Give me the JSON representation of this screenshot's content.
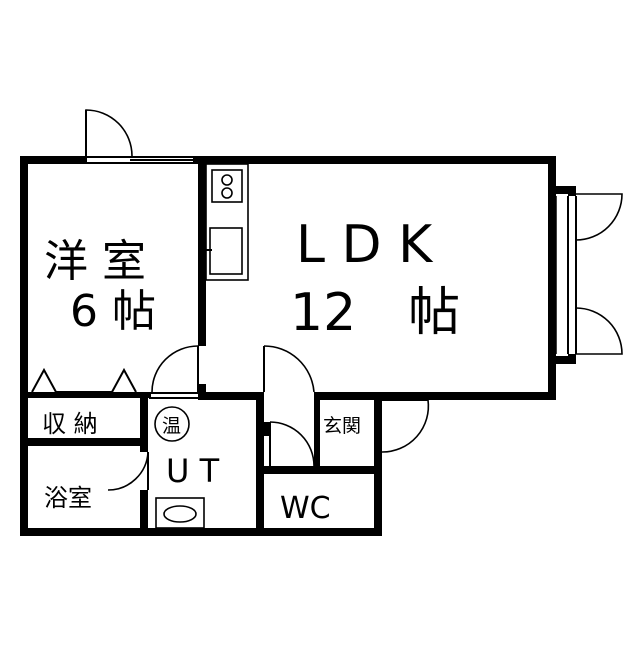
{
  "rooms": {
    "western_room": {
      "name": "洋 室",
      "size": "6 帖"
    },
    "ldk": {
      "name": "L D K",
      "size": "12　帖"
    },
    "storage": {
      "name": "収 納"
    },
    "bathroom": {
      "name": "浴室"
    },
    "utility": {
      "name": "U T",
      "water_heater": "温"
    },
    "entrance": {
      "name": "玄関"
    },
    "toilet": {
      "name": "WC"
    }
  },
  "colors": {
    "wall": "#000000",
    "background": "#ffffff"
  }
}
